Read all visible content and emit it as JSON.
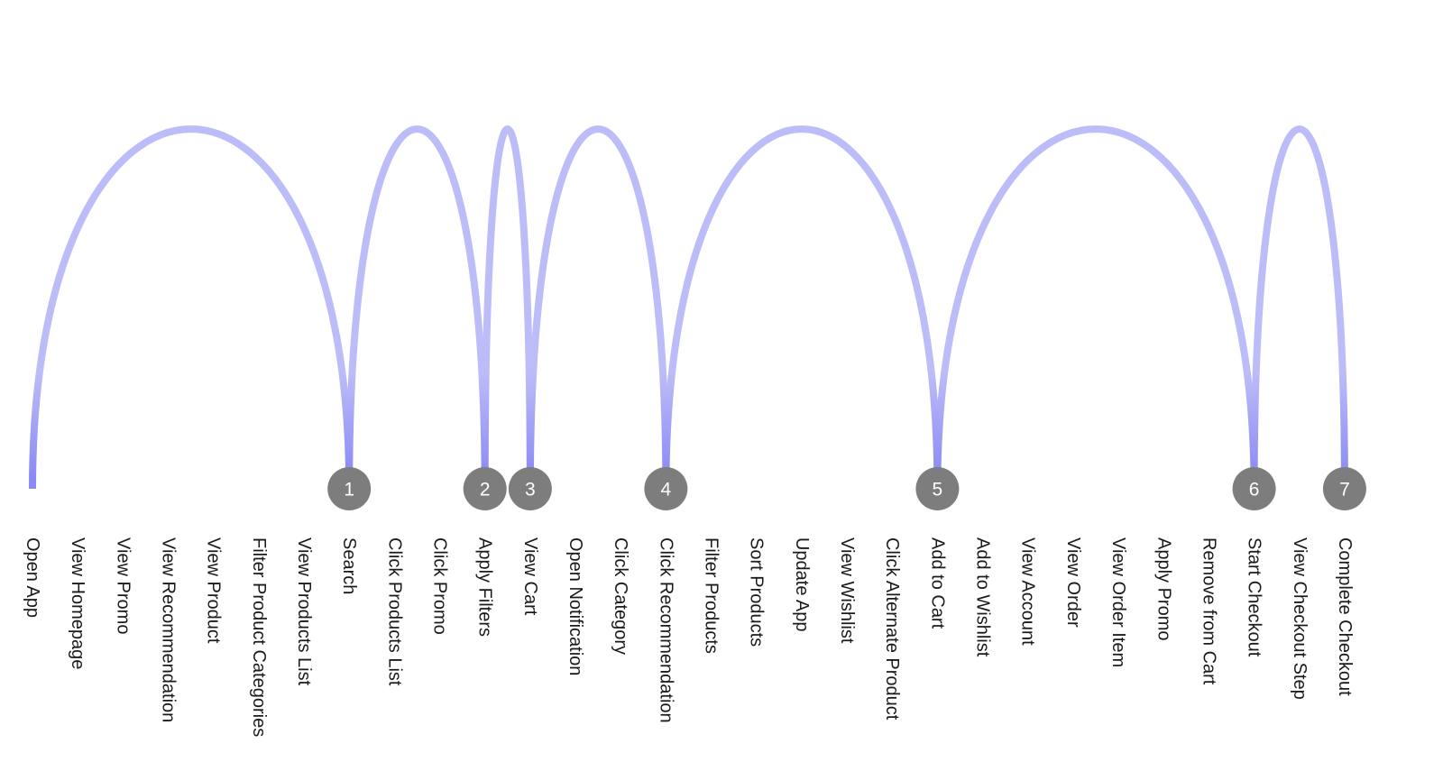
{
  "diagram": {
    "type": "arc-diagram",
    "colors": {
      "arc": "#bcbcf8",
      "arc_end": "#8a8af4",
      "node": "#7d7d7d",
      "node_text": "#ffffff",
      "label": "#1a1a1a",
      "background": "#ffffff"
    },
    "events": [
      "Open App",
      "View Homepage",
      "View Promo",
      "View Recommendation",
      "View Product",
      "Filter Product Categories",
      "View Products List",
      "Search",
      "Click Products List",
      "Click Promo",
      "Apply Filters",
      "View Cart",
      "Open Notification",
      "Click Category",
      "Click Recommendation",
      "Filter Products",
      "Sort Products",
      "Update App",
      "View Wishlist",
      "Click Alternate Product",
      "Add to Cart",
      "Add to Wishlist",
      "View Account",
      "View Order",
      "View Order Item",
      "Apply Promo",
      "Remove from Cart",
      "Start Checkout",
      "View Checkout Step",
      "Complete Checkout"
    ],
    "steps": [
      {
        "label": "1",
        "event": "Search"
      },
      {
        "label": "2",
        "event": "Apply Filters"
      },
      {
        "label": "3",
        "event": "View Cart"
      },
      {
        "label": "4",
        "event": "Click Recommendation"
      },
      {
        "label": "5",
        "event": "Add to Cart"
      },
      {
        "label": "6",
        "event": "Start Checkout"
      },
      {
        "label": "7",
        "event": "Complete Checkout"
      }
    ],
    "path": [
      "Open App",
      "Search",
      "Apply Filters",
      "View Cart",
      "Click Recommendation",
      "Add to Cart",
      "Start Checkout",
      "Complete Checkout"
    ]
  }
}
